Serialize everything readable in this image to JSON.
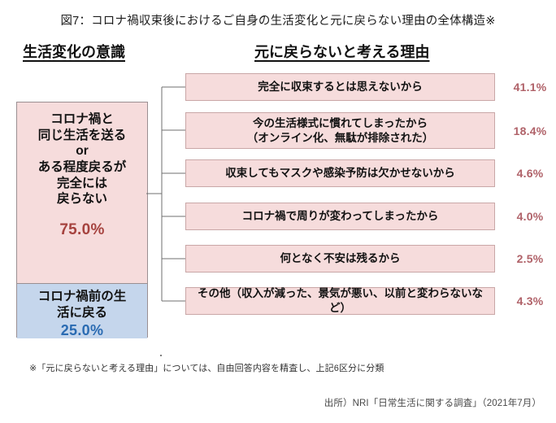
{
  "figure": {
    "title": "図7：コロナ禍収束後におけるご自身の生活変化と元に戻らない理由の全体構造※"
  },
  "headers": {
    "left": "生活変化の意識",
    "right": "元に戻らないと考える理由"
  },
  "life_change": {
    "not_returning": {
      "label": "コロナ禍と\n同じ生活を送る\nor\nある程度戻るが\n完全には\n戻らない",
      "percent": "75.0%",
      "fill_color": "#F6DCDC",
      "text_color": "#A6433F"
    },
    "returning": {
      "label": "コロナ禍前の生\n活に戻る",
      "percent": "25.0%",
      "fill_color": "#C5D6EC",
      "text_color": "#2A6BB2"
    }
  },
  "reasons": [
    {
      "label": "完全に収束するとは思えないから",
      "percent": "41.1%"
    },
    {
      "label": "今の生活様式に慣れてしまったから\n（オンライン化、無駄が排除された）",
      "percent": "18.4%"
    },
    {
      "label": "収束してもマスクや感染予防は欠かせないから",
      "percent": "4.6%"
    },
    {
      "label": "コロナ禍で周りが変わってしまったから",
      "percent": "4.0%"
    },
    {
      "label": "何となく不安は残るから",
      "percent": "2.5%"
    },
    {
      "label": "その他（収入が減った、景気が悪い、以前と変わらないなど）",
      "percent": "4.3%"
    }
  ],
  "notes": {
    "footnote": "※「元に戻らないと考える理由」については、自由回答内容を精査し、上記6区分に分類",
    "source": "出所）NRI「日常生活に関する調査」（2021年7月）"
  },
  "palette": {
    "pink_fill": "#F6DCDC",
    "pink_border": "#C9A7A7",
    "blue_fill": "#C5D6EC",
    "reason_pct_color": "#B06269"
  }
}
